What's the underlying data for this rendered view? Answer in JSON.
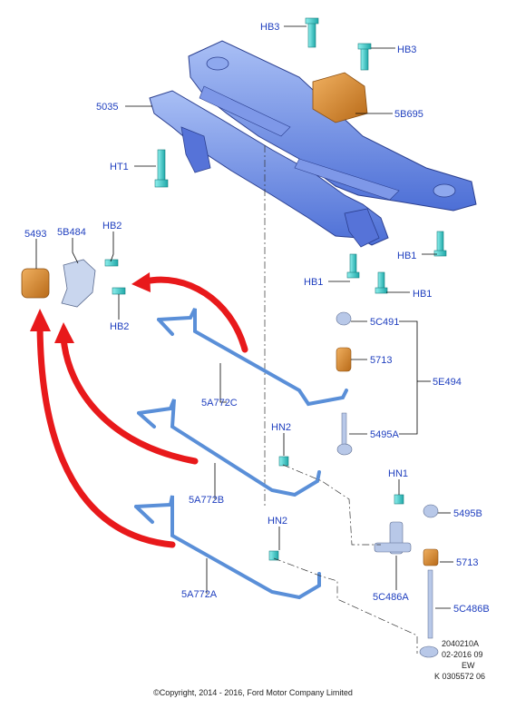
{
  "labels": {
    "hb3_top": "HB3",
    "hb3_right": "HB3",
    "p5035": "5035",
    "p5b695": "5B695",
    "ht1": "HT1",
    "p5493": "5493",
    "p5b484": "5B484",
    "hb2_top": "HB2",
    "hb2_bottom": "HB2",
    "hb1_right": "HB1",
    "hb1_left": "HB1",
    "hb1_bottom": "HB1",
    "p5c491": "5C491",
    "p5713_top": "5713",
    "p5e494": "5E494",
    "p5a772c": "5A772C",
    "p5495a": "5495A",
    "hn2_top": "HN2",
    "p5a772b": "5A772B",
    "hn1": "HN1",
    "p5495b": "5495B",
    "hn2_bottom": "HN2",
    "p5713_bottom": "5713",
    "p5a772a": "5A772A",
    "p5c486a": "5C486A",
    "p5c486b": "5C486B"
  },
  "meta": {
    "line1": "2040210A",
    "line2": "02-2016 09",
    "line3": "EW",
    "line4": "K 0305572 06"
  },
  "copyright": "©Copyright, 2014 - 2016, Ford Motor Company Limited",
  "colors": {
    "label": "#1f3fbf",
    "subframe": "#6f8fe6",
    "bar": "#5a8fd8",
    "arrow": "#e8191b",
    "bushing": "#d98a2e",
    "bolt": "#4fd0cf"
  }
}
